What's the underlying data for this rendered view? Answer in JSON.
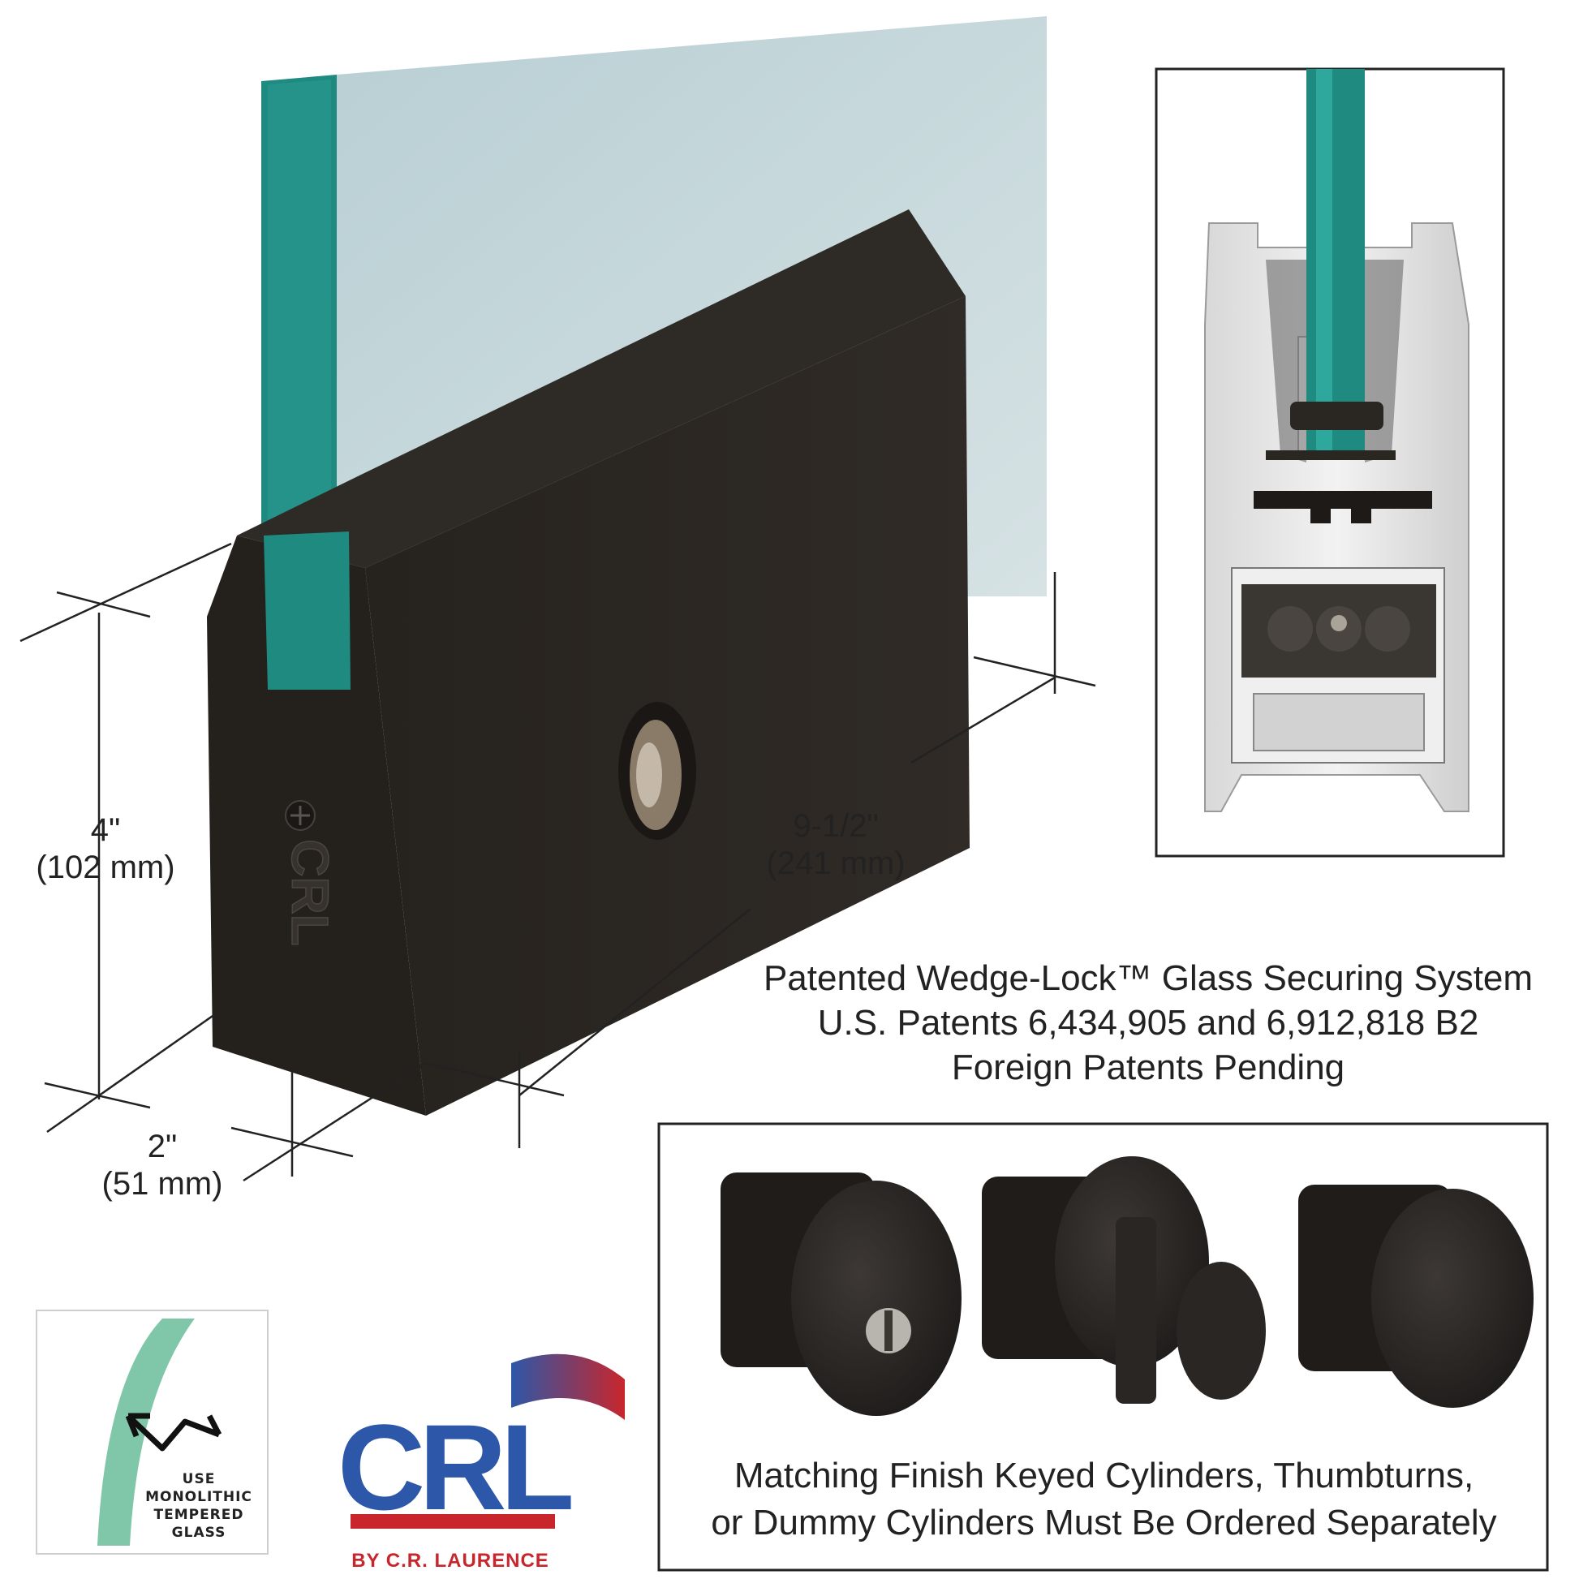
{
  "dimensions": {
    "height_in": "4\"",
    "height_mm": "(102 mm)",
    "length_in": "9-1/2\"",
    "length_mm": "(241 mm)",
    "depth_in": "2\"",
    "depth_mm": "(51 mm)"
  },
  "patent": {
    "line1": "Patented Wedge-Lock™ Glass Securing System",
    "line2": "U.S. Patents 6,434,905 and 6,912,818 B2",
    "line3": "Foreign Patents Pending"
  },
  "cylinders": {
    "line1": "Matching Finish Keyed Cylinders, Thumbturns,",
    "line2": "or Dummy Cylinders Must Be Ordered Separately"
  },
  "glass_badge": {
    "line1": "USE",
    "line2": "MONOLITHIC",
    "line3": "TEMPERED",
    "line4": "GLASS"
  },
  "brand": {
    "logo": "CRL",
    "by_line": "BY C.R. LAURENCE"
  },
  "colors": {
    "patch_body": "#2c2824",
    "glass_edge": "#1f8a80",
    "glass_face": "#c6d6da",
    "brand_blue": "#2d57a8",
    "brand_red": "#c8262c"
  }
}
